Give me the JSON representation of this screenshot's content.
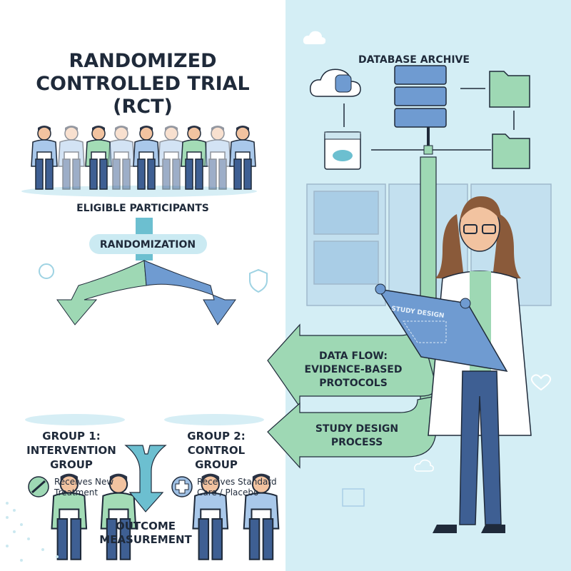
{
  "title": {
    "line1": "RANDOMIZED",
    "line2": "CONTROLLED TRIAL",
    "line3": "(RCT)"
  },
  "participants_label": "ELIGIBLE PARTICIPANTS",
  "randomization_label": "RANDOMIZATION",
  "group1": {
    "line1": "GROUP 1:",
    "line2": "INTERVENTION",
    "line3": "GROUP",
    "note1": "Receives New",
    "note2": "Treatment"
  },
  "group2": {
    "line1": "GROUP 2:",
    "line2": "CONTROL",
    "line3": "GROUP",
    "note1": "Receives Standard",
    "note2": "Care / Placebo"
  },
  "outcome": {
    "line1": "OUTCOME",
    "line2": "MEASUREMENT"
  },
  "database_label": "DATABASE ARCHIVE",
  "data_flow": {
    "line1": "DATA FLOW:",
    "line2": "EVIDENCE-BASED",
    "line3": "PROTOCOLS"
  },
  "study_process": {
    "line1": "STUDY DESIGN",
    "line2": "PROCESS"
  },
  "blueprint_label": "STUDY DESIGN",
  "colors": {
    "green": "#9ed8b4",
    "blue": "#6f9bd1",
    "teal": "#6cbfd0",
    "panel": "#d4eef5",
    "ink": "#1f2a3a"
  }
}
